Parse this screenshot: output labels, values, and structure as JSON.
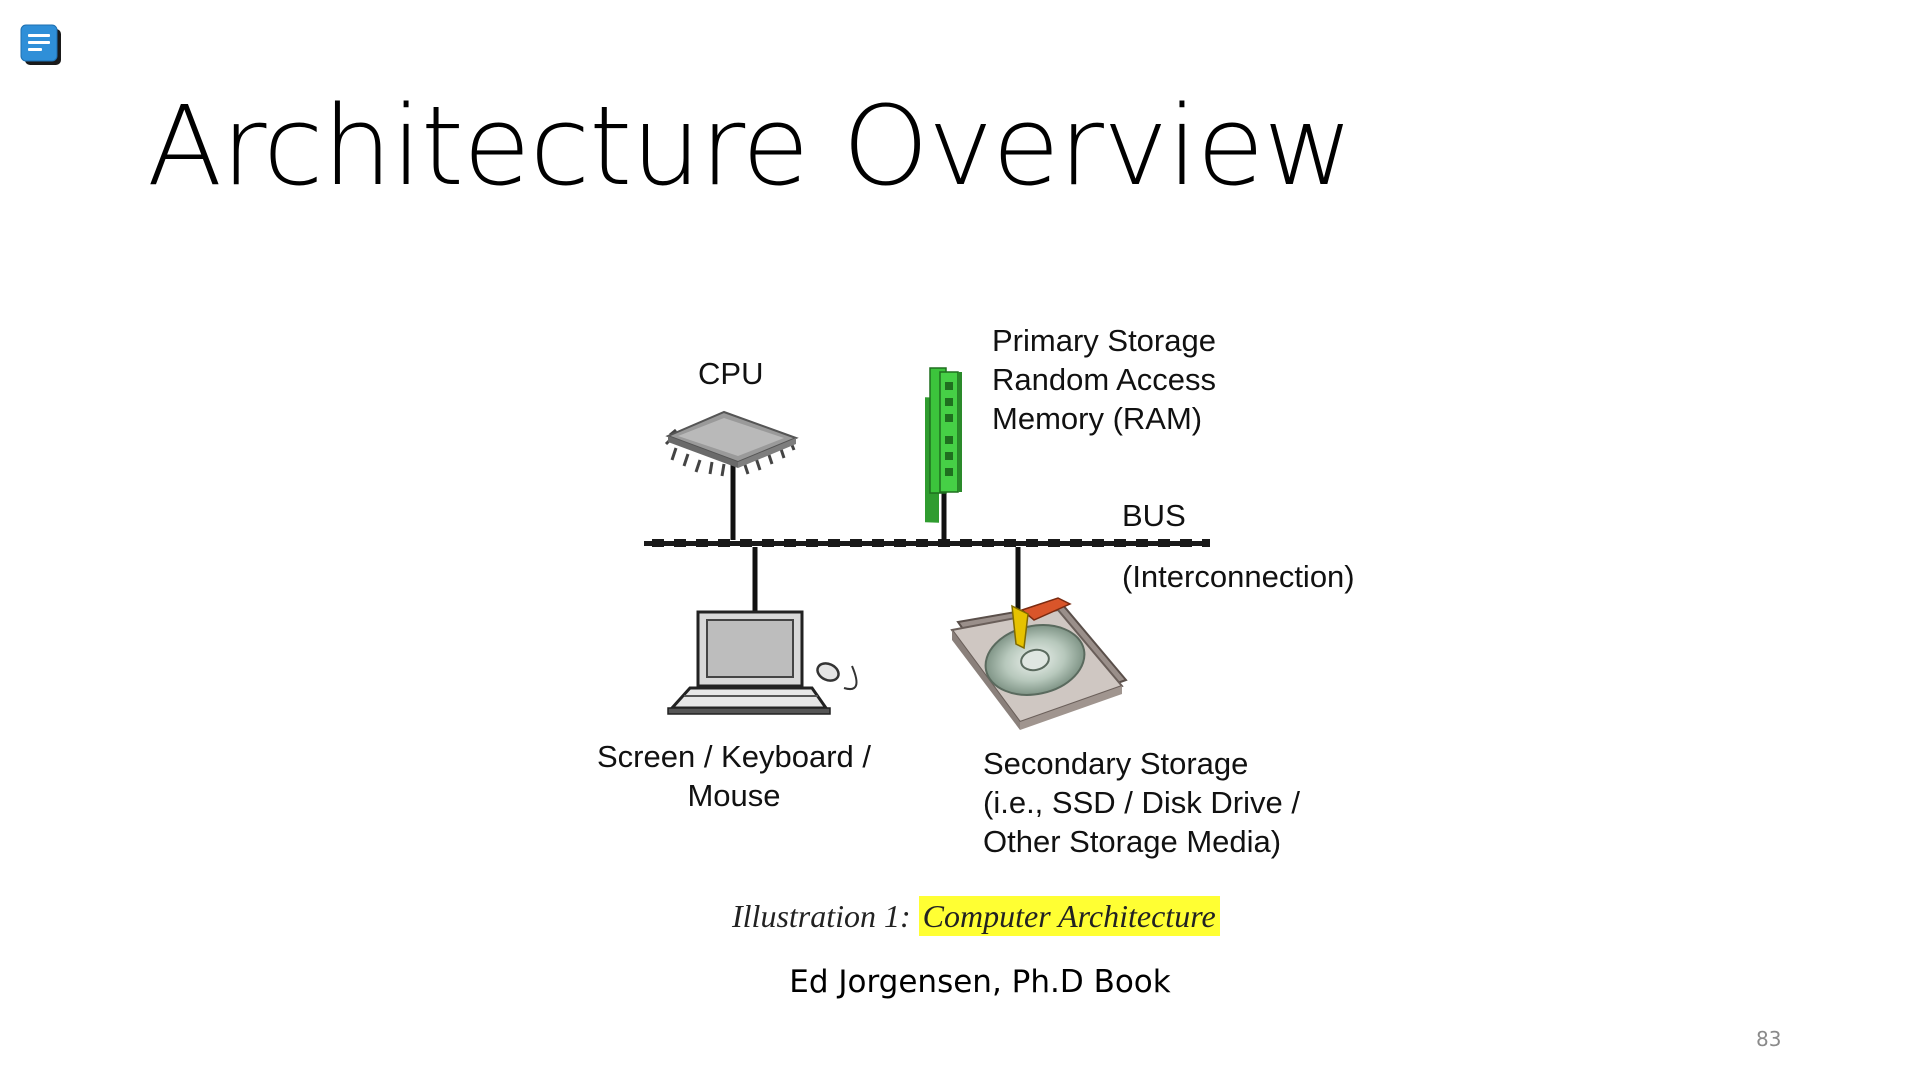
{
  "slide": {
    "title": "Architecture Overview",
    "number": "83",
    "credit": "Ed Jorgensen, Ph.D Book"
  },
  "diagram": {
    "cpu_label": "CPU",
    "ram_label": [
      "Primary Storage",
      "Random Access",
      "Memory (RAM)"
    ],
    "bus_label": "BUS",
    "bus_sub_label": "(Interconnection)",
    "io_label": [
      "Screen / Keyboard /",
      "Mouse"
    ],
    "storage_label": [
      "Secondary Storage",
      "(i.e., SSD / Disk Drive /",
      "Other Storage Media)"
    ],
    "caption_prefix": "Illustration 1:",
    "caption_highlight": "Computer Architecture"
  },
  "colors": {
    "highlight": "#ffff33",
    "notes_icon": "#2f8fd8",
    "ram_green": "#3cc43c",
    "slide_number": "#8a8a8a"
  },
  "icons": {
    "notes": "notes-icon",
    "cpu": "cpu-chip-icon",
    "ram": "ram-module-icon",
    "computer": "laptop-icon",
    "mouse": "mouse-icon",
    "disk": "hard-disk-icon"
  }
}
